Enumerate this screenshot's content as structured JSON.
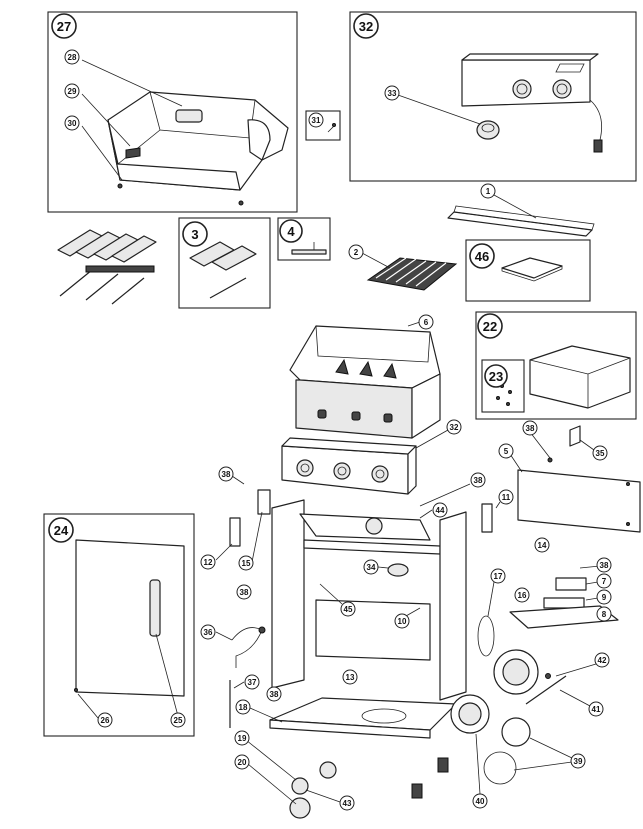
{
  "callouts": {
    "c1": "1",
    "c2": "2",
    "c3": "3",
    "c4": "4",
    "c5": "5",
    "c6": "6",
    "c7": "7",
    "c8": "8",
    "c9": "9",
    "c10": "10",
    "c11": "11",
    "c12": "12",
    "c13": "13",
    "c14": "14",
    "c15": "15",
    "c16": "16",
    "c17": "17",
    "c18": "18",
    "c19": "19",
    "c20": "20",
    "c22": "22",
    "c23": "23",
    "c24": "24",
    "c25": "25",
    "c26": "26",
    "c27": "27",
    "c28": "28",
    "c29": "29",
    "c30": "30",
    "c31": "31",
    "c32a": "32",
    "c32b": "32",
    "c33": "33",
    "c34": "34",
    "c35": "35",
    "c36": "36",
    "c37": "37",
    "c38a": "38",
    "c38b": "38",
    "c38c": "38",
    "c38d": "38",
    "c38e": "38",
    "c38f": "38",
    "c39": "39",
    "c40": "40",
    "c41": "41",
    "c42": "42",
    "c43": "43",
    "c44": "44",
    "c45": "45",
    "c46": "46"
  }
}
